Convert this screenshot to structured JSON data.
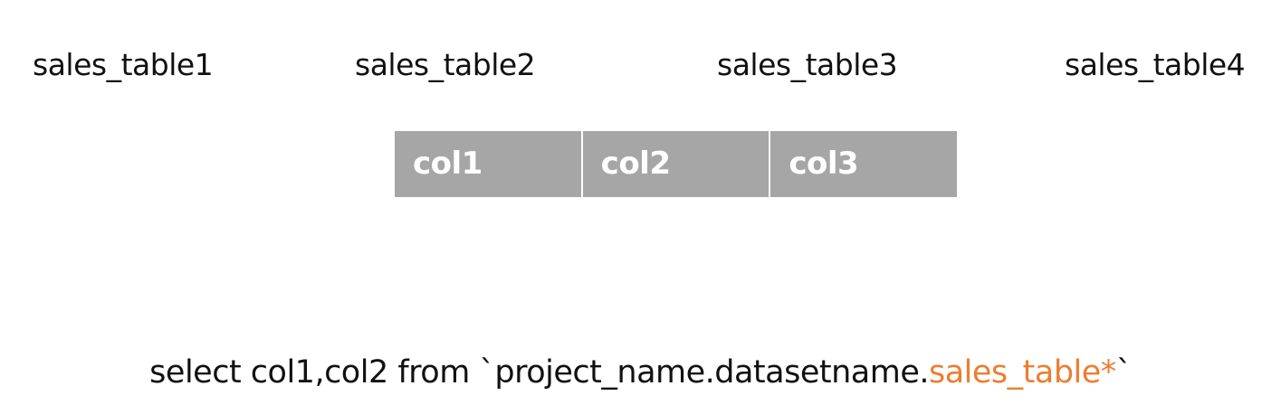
{
  "tables": [
    "sales_table1",
    "sales_table2",
    "sales_table3",
    "sales_table4"
  ],
  "columns": [
    "col1",
    "col2",
    "col3"
  ],
  "query": {
    "prefix": "select col1,col2 from `project_name.datasetname.",
    "highlight": "sales_table*",
    "suffix": "`"
  },
  "colors": {
    "column_fill": "#a6a6a6",
    "highlight": "#ed7d31"
  }
}
